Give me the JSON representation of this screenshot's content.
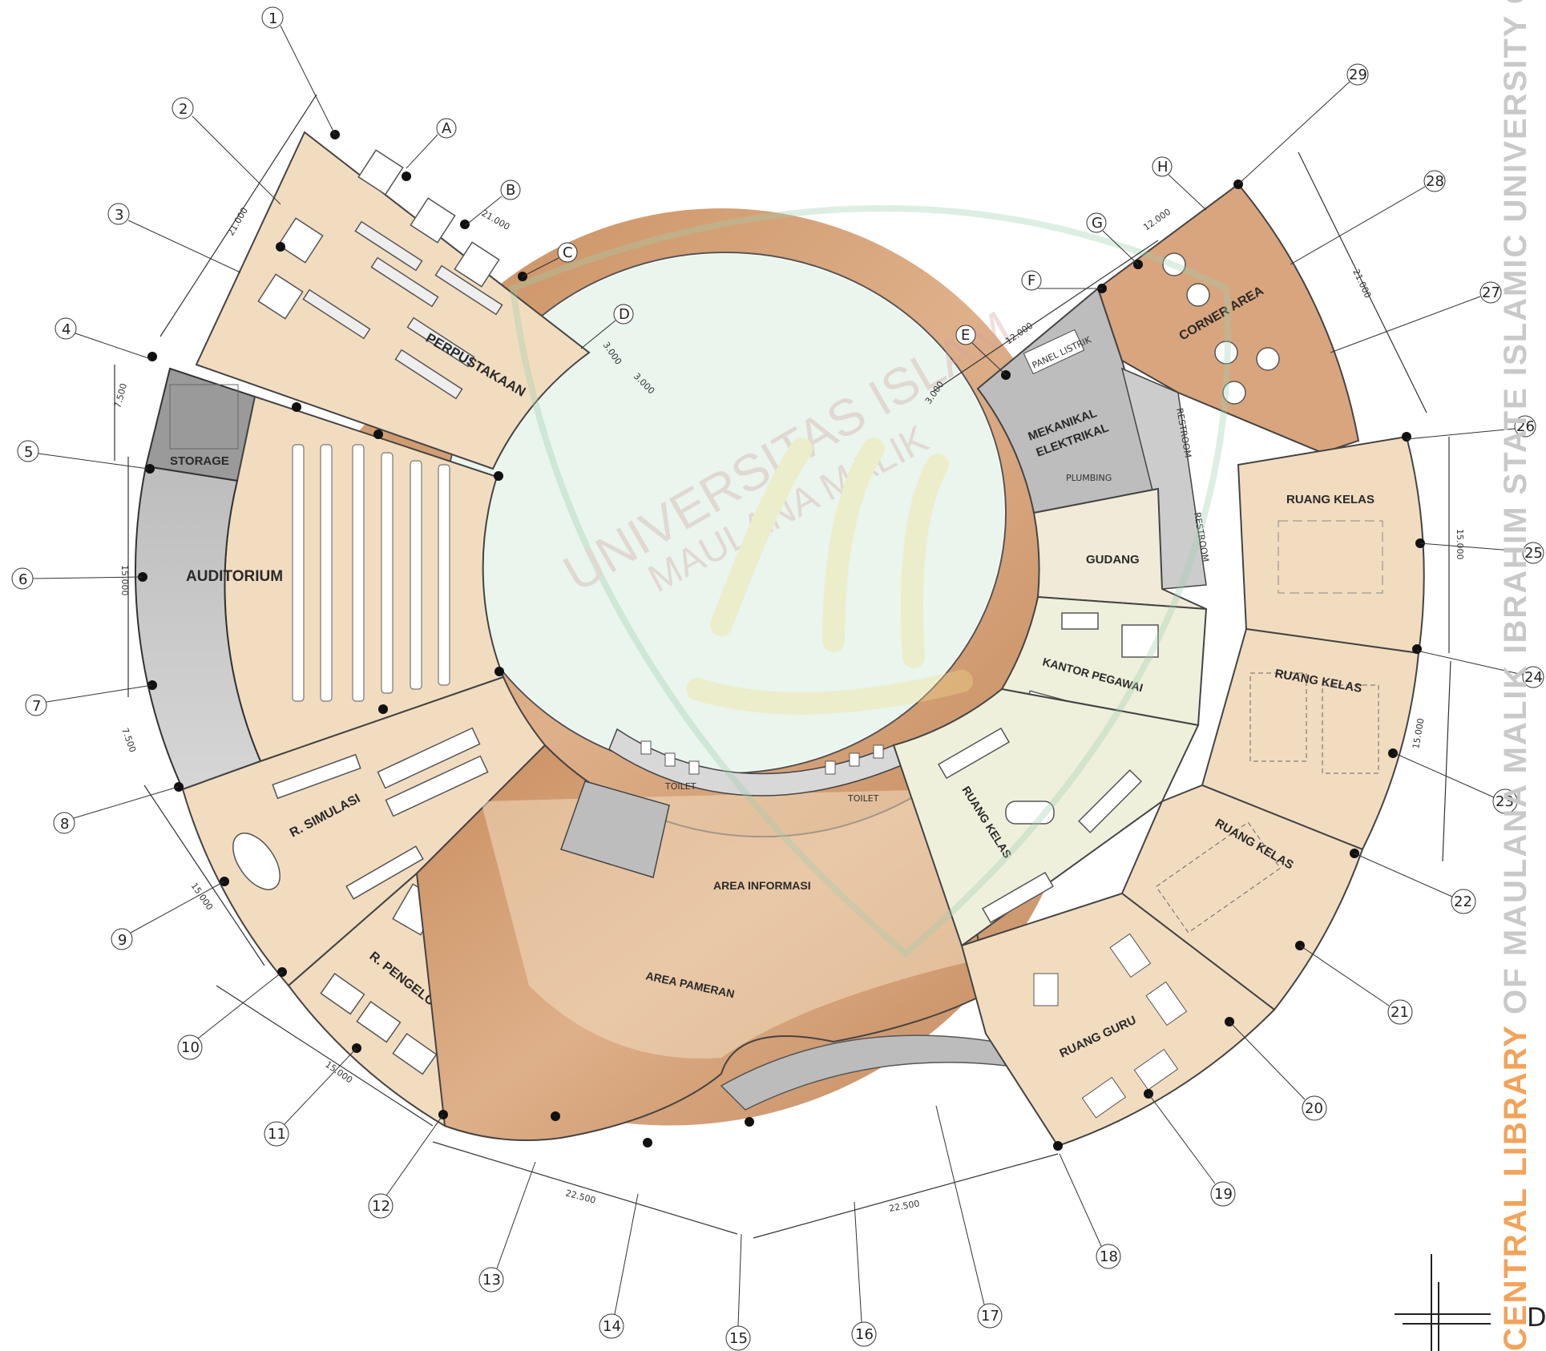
{
  "rooms": {
    "perpustakaan": "PERPUSTAKAAN",
    "storage": "STORAGE",
    "auditorium": "AUDITORIUM",
    "simulasi": "R. SIMULASI",
    "pengelola": "R. PENGELOLA",
    "area_informasi": "AREA INFORMASI",
    "area_pameran": "AREA PAMERAN",
    "toilet_left": "TOILET",
    "toilet_right": "TOILET",
    "mekanikal": "MEKANIKAL",
    "elektrikal": "ELEKTRIKAL",
    "plumbing": "PLUMBING",
    "panel_listrik": "PANEL LISTRIK",
    "restroom_1": "RESTROOM",
    "restroom_2": "RESTROOM",
    "gudang": "GUDANG",
    "kantor_pegawai": "KANTOR PEGAWAI",
    "corner_area": "CORNER AREA",
    "ruang_kelas_1": "RUANG KELAS",
    "ruang_kelas_2": "RUANG KELAS",
    "ruang_kelas_3": "RUANG KELAS",
    "ruang_kelas_4": "RUANG KELAS",
    "ruang_guru": "RUANG GURU"
  },
  "grid_numbers": [
    "1",
    "2",
    "3",
    "4",
    "5",
    "6",
    "7",
    "8",
    "9",
    "10",
    "11",
    "12",
    "13",
    "14",
    "15",
    "16",
    "17",
    "18",
    "19",
    "20",
    "21",
    "22",
    "23",
    "24",
    "25",
    "26",
    "27",
    "28",
    "29"
  ],
  "grid_letters": [
    "A",
    "B",
    "C",
    "D",
    "E",
    "F",
    "G",
    "H"
  ],
  "dimensions": {
    "d21000_left": "21.000",
    "d21000_top": "21.000",
    "d3000_a": "3.000",
    "d3000_b": "3.000",
    "d7500_a": "7.500",
    "d15000_a": "15.000",
    "d7500_b": "7.500",
    "d15000_b": "15.000",
    "d15000_c": "15.000",
    "d22500_a": "22.500",
    "d22500_b": "22.500",
    "d12000_a": "12.000",
    "d12000_b": "12.000",
    "d3000_c": "3.000",
    "d21000_right": "21.000",
    "d15000_r1": "15.000",
    "d15000_r2": "15.000"
  },
  "watermark": {
    "university": "UNIVERSITAS ISLAM",
    "university_2": "MAULANA MALIK",
    "side_orange": "CENTRAL LIBRARY",
    "side_grey": " OF MAULANA MALIK IBRAHIM STATE ISLAMIC UNIVERSITY OF M"
  },
  "corner_letter": "D",
  "colors": {
    "wood": "#d9a57e",
    "floor_beige": "#f2dcc0",
    "grey": "#c8c8c8",
    "green_wm": "#cfe8d6",
    "gold_wm": "#f3df8e",
    "orange_text": "#f2a35a"
  }
}
